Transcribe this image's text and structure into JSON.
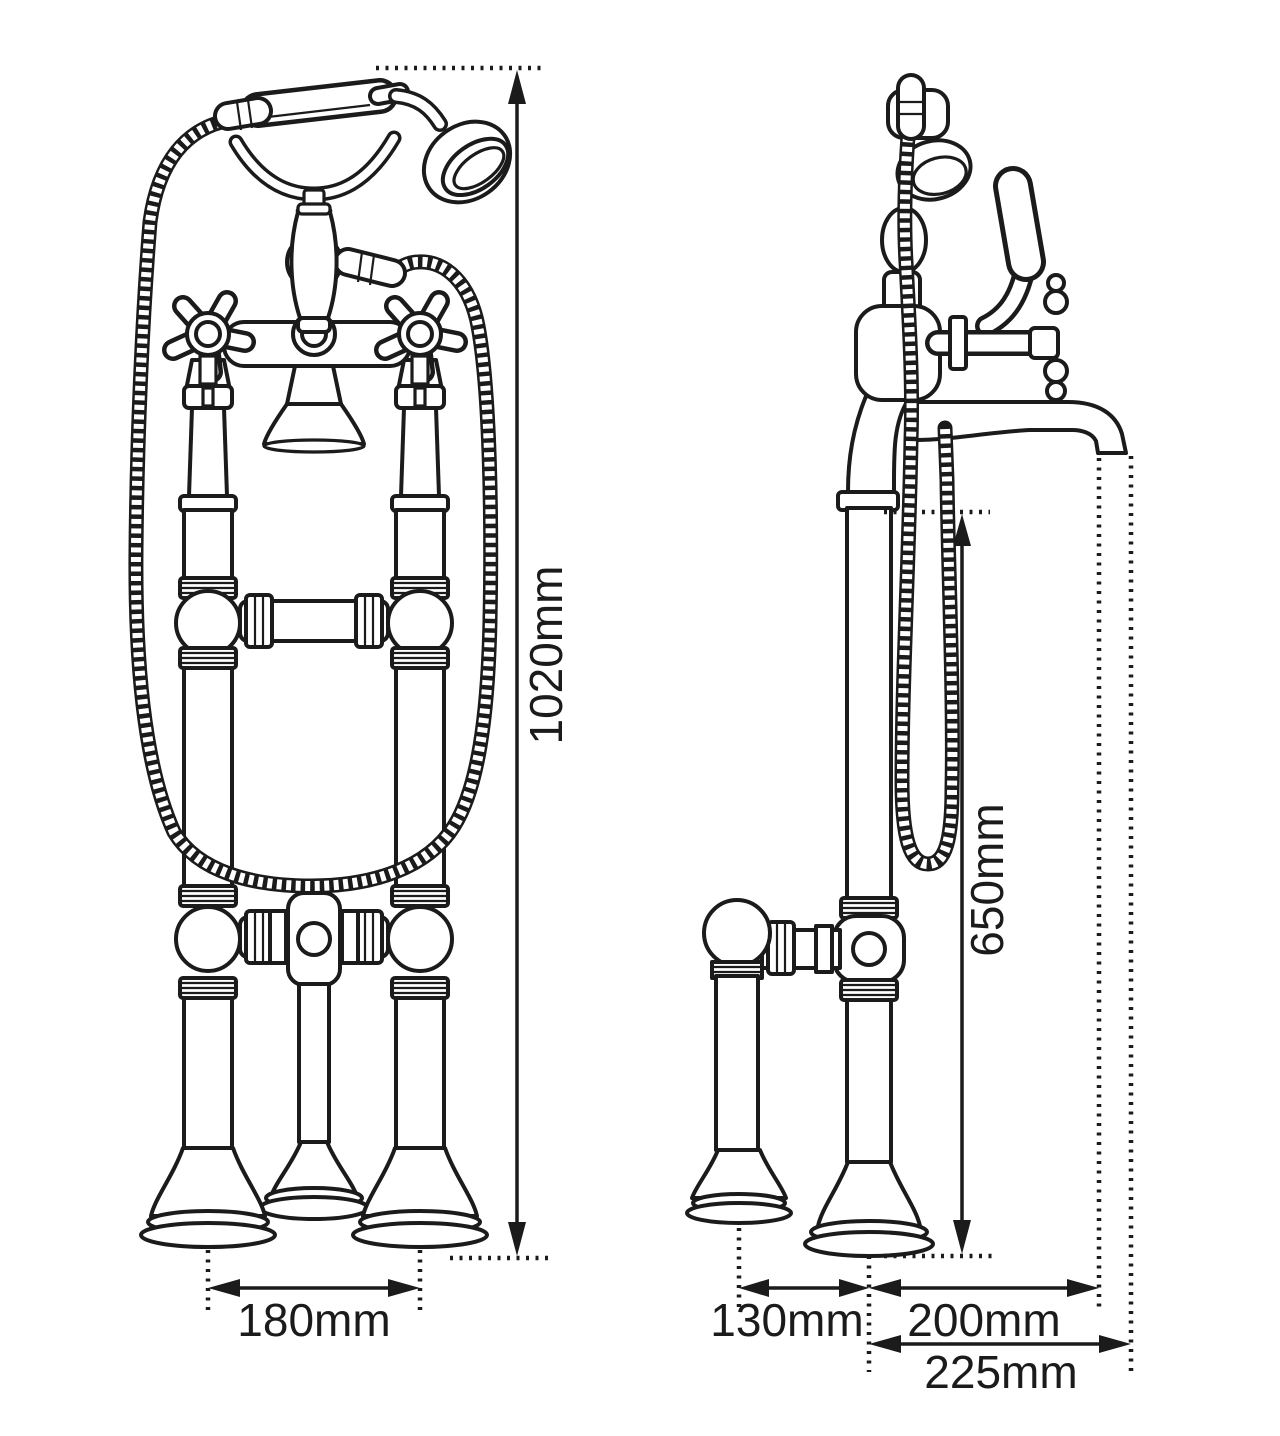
{
  "diagram": {
    "kind": "technical dimension drawing",
    "subject": "freestanding bath shower mixer with handset, front and side elevations",
    "colors": {
      "line": "#1b1b1b",
      "background": "#ffffff"
    }
  },
  "labels": {
    "front_height": "1020mm",
    "front_leg_spacing": "180mm",
    "side_standpipe_height": "650mm",
    "side_leg_offset": "130mm",
    "side_spout_projection": "200mm",
    "side_overall_projection": "225mm"
  }
}
